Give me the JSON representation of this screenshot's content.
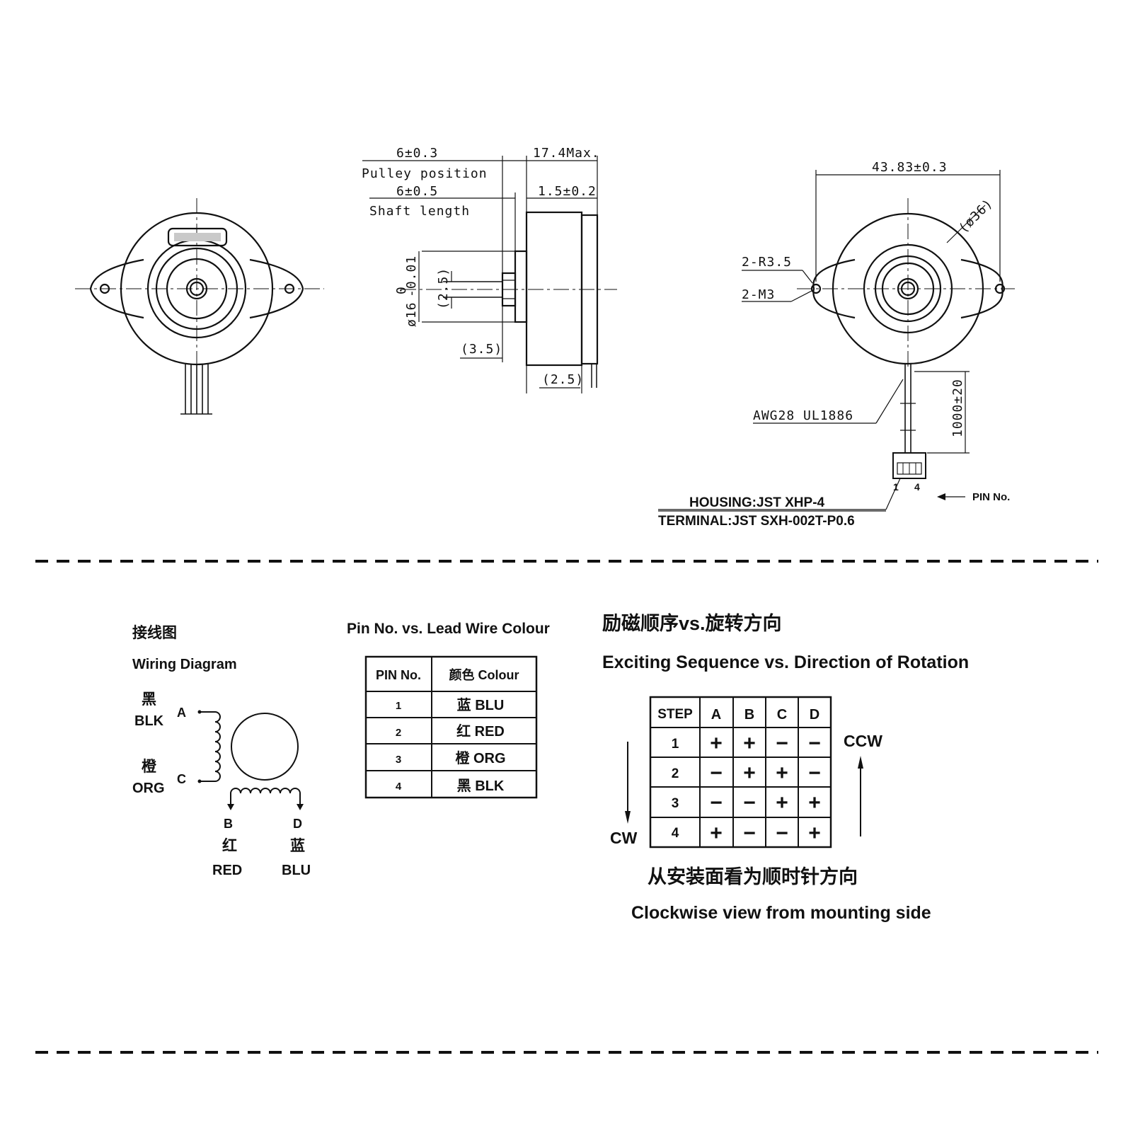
{
  "dims": {
    "pulley_pos_val": "6±0.3",
    "pulley_pos_label": "Pulley position",
    "shaft_len_val": "6±0.5",
    "shaft_len_label": "Shaft length",
    "max_len": "17.4Max.",
    "flange": "1.5±0.2",
    "shaft_dia_main": "ø16",
    "shaft_dia_tol": "-0.01",
    "shaft_dia_tol_up": "0",
    "dim_2_5_a": "(2.5)",
    "dim_3_5": "(3.5)",
    "dim_2_5_b": "(2.5)",
    "width": "43.83±0.3",
    "diameter": "(ø36)",
    "radius": "2-R3.5",
    "screw": "2-M3",
    "wire": "AWG28  UL1886",
    "lead_len": "1000±20",
    "pin_1": "1",
    "pin_4": "4",
    "pin_no": "PIN No.",
    "housing": "HOUSING:JST XHP-4",
    "terminal": "TERMINAL:JST SXH-002T-P0.6"
  },
  "wiring": {
    "title_cn": "接线图",
    "title_en": "Wiring Diagram",
    "a_cn": "黑",
    "a_en": "BLK",
    "a_letter": "A",
    "c_cn": "橙",
    "c_en": "ORG",
    "c_letter": "C",
    "b_letter": "B",
    "b_cn": "红",
    "b_en": "RED",
    "d_letter": "D",
    "d_cn": "蓝",
    "d_en": "BLU"
  },
  "pin_table": {
    "title": "Pin No. vs. Lead Wire Colour",
    "headers": [
      "PIN No.",
      "颜色 Colour"
    ],
    "rows": [
      [
        "1",
        "蓝 BLU"
      ],
      [
        "2",
        "红 RED"
      ],
      [
        "3",
        "橙 ORG"
      ],
      [
        "4",
        "黑 BLK"
      ]
    ]
  },
  "sequence": {
    "title_cn": "励磁顺序vs.旋转方向",
    "title_en": "Exciting Sequence vs. Direction of Rotation",
    "headers": [
      "STEP",
      "A",
      "B",
      "C",
      "D"
    ],
    "rows": [
      [
        "1",
        "+",
        "+",
        "−",
        "−"
      ],
      [
        "2",
        "−",
        "+",
        "+",
        "−"
      ],
      [
        "3",
        "−",
        "−",
        "+",
        "+"
      ],
      [
        "4",
        "+",
        "−",
        "−",
        "+"
      ]
    ],
    "ccw": "CCW",
    "cw": "CW",
    "note_cn": "从安装面看为顺时针方向",
    "note_en": "Clockwise view from mounting side"
  }
}
